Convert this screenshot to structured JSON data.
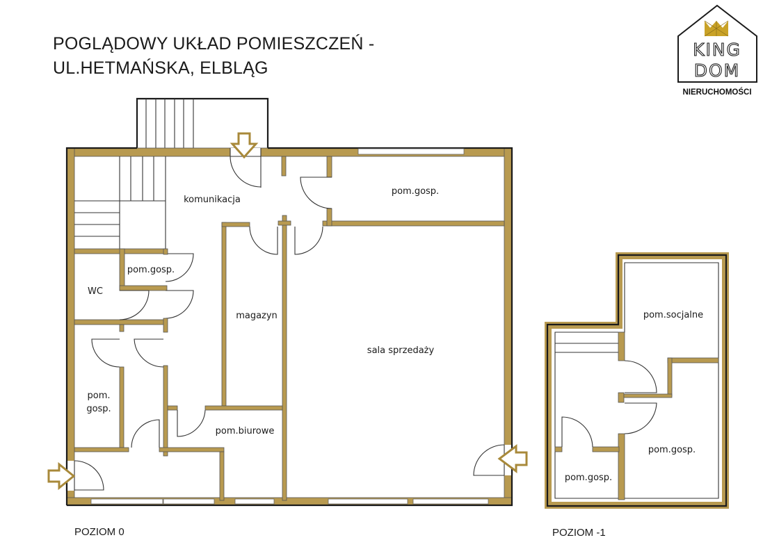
{
  "header": {
    "title_line1": "POGLĄDOWY UKŁAD POMIESZCZEŃ -",
    "title_line2": "UL.HETMAŃSKA, ELBLĄG"
  },
  "logo": {
    "line1": "KING",
    "line2": "DOM",
    "tagline": "NIERUCHOMOŚCI",
    "crown_color": "#C9A227"
  },
  "colors": {
    "wall": "#B89A50",
    "outline": "#1a1a1a",
    "arrow": "#A8893A"
  },
  "levels": [
    {
      "label": "POZIOM 0",
      "rooms": [
        {
          "name": "komunikacja"
        },
        {
          "name": "pom.gosp."
        },
        {
          "name": "pom.gosp."
        },
        {
          "name": "WC"
        },
        {
          "name": "magazyn"
        },
        {
          "name": "sala sprzedaży"
        },
        {
          "name": "pom."
        },
        {
          "name": "gosp."
        },
        {
          "name": "pom.biurowe"
        }
      ]
    },
    {
      "label": "POZIOM -1",
      "rooms": [
        {
          "name": "pom.socjalne"
        },
        {
          "name": "pom.gosp."
        },
        {
          "name": "pom.gosp."
        }
      ]
    }
  ]
}
